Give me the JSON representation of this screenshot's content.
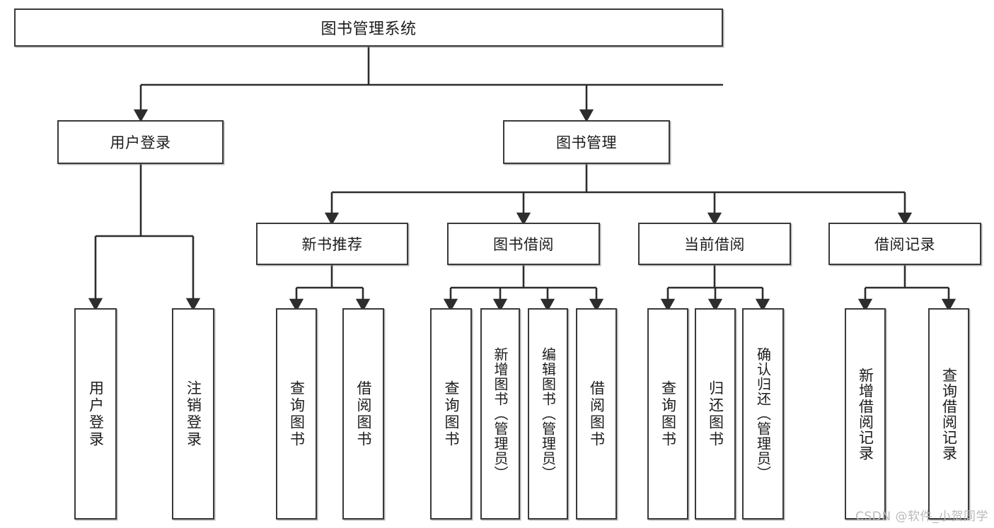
{
  "diagram": {
    "type": "tree-hierarchy",
    "title": "图书管理系统",
    "watermark": "CSDN @软件_小贺同学",
    "colors": {
      "box_border": "#3a3a3a",
      "box_fill": "#ffffff",
      "edge": "#2d2d2d",
      "text": "#1c1c1c",
      "watermark": "#b9b9b9",
      "background": "#ffffff"
    },
    "root": {
      "id": "root",
      "label": "图书管理系统",
      "orientation": "horizontal"
    },
    "level2": [
      {
        "id": "user-login",
        "label": "用户登录",
        "orientation": "horizontal"
      },
      {
        "id": "book-management",
        "label": "图书管理",
        "orientation": "horizontal"
      }
    ],
    "level3": [
      {
        "id": "new-book-recommend",
        "label": "新书推荐",
        "orientation": "horizontal",
        "parent": "book-management"
      },
      {
        "id": "book-borrow",
        "label": "图书借阅",
        "orientation": "horizontal",
        "parent": "book-management"
      },
      {
        "id": "current-borrow",
        "label": "当前借阅",
        "orientation": "horizontal",
        "parent": "book-management"
      },
      {
        "id": "borrow-record",
        "label": "借阅记录",
        "orientation": "horizontal",
        "parent": "book-management"
      }
    ],
    "leaves": [
      {
        "id": "leaf-user-login",
        "label": "用户登录",
        "parent": "user-login"
      },
      {
        "id": "leaf-logout-login",
        "label": "注销登录",
        "parent": "user-login"
      },
      {
        "id": "leaf-query-book-1",
        "label": "查询图书",
        "parent": "new-book-recommend"
      },
      {
        "id": "leaf-borrow-book-1",
        "label": "借阅图书",
        "parent": "new-book-recommend"
      },
      {
        "id": "leaf-query-book-2",
        "label": "查询图书",
        "parent": "book-borrow"
      },
      {
        "id": "leaf-add-book",
        "label": "新增图书（管理员）",
        "parent": "book-borrow"
      },
      {
        "id": "leaf-edit-book",
        "label": "编辑图书（管理员）",
        "parent": "book-borrow"
      },
      {
        "id": "leaf-borrow-book-2",
        "label": "借阅图书",
        "parent": "book-borrow"
      },
      {
        "id": "leaf-query-book-3",
        "label": "查询图书",
        "parent": "current-borrow"
      },
      {
        "id": "leaf-return-book",
        "label": "归还图书",
        "parent": "current-borrow"
      },
      {
        "id": "leaf-confirm-return",
        "label": "确认归还（管理员）",
        "parent": "current-borrow"
      },
      {
        "id": "leaf-add-record",
        "label": "新增借阅记录",
        "parent": "borrow-record"
      },
      {
        "id": "leaf-query-record",
        "label": "查询借阅记录",
        "parent": "borrow-record"
      }
    ]
  }
}
